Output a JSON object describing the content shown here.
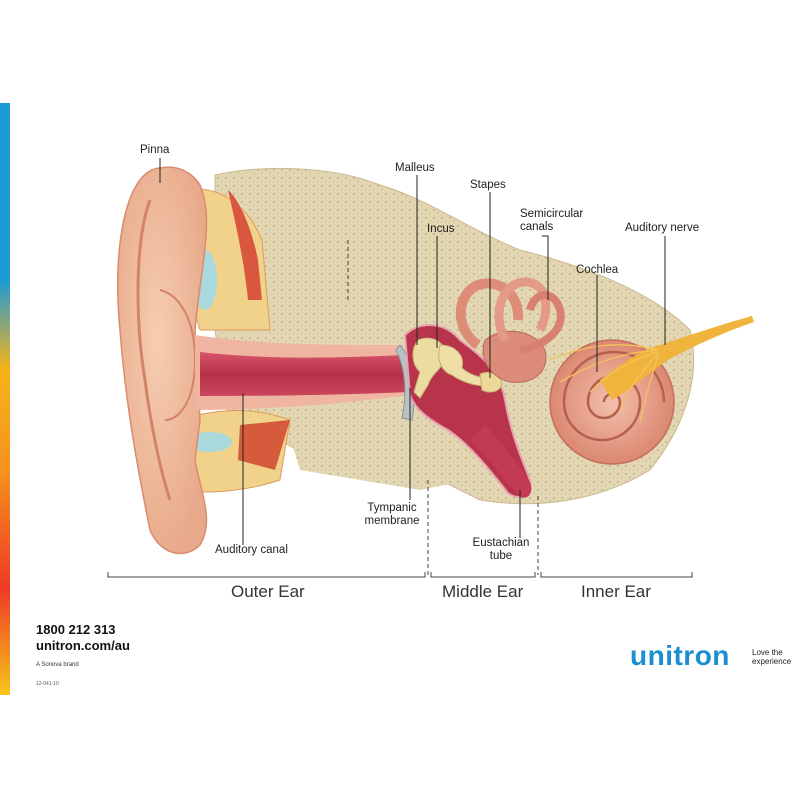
{
  "labels": {
    "pinna": "Pinna",
    "malleus": "Malleus",
    "stapes": "Stapes",
    "incus": "Incus",
    "semicircular_canals": "Semicircular canals",
    "auditory_nerve": "Auditory nerve",
    "cochlea": "Cochlea",
    "auditory_canal": "Auditory canal",
    "tympanic_membrane": "Tympanic membrane",
    "eustachian_tube": "Eustachian tube"
  },
  "sections": {
    "outer": "Outer Ear",
    "middle": "Middle Ear",
    "inner": "Inner Ear"
  },
  "footer": {
    "phone": "1800 212 313",
    "website": "unitron.com/au",
    "brand_note": "A Sonova brand",
    "code": "12-041-10",
    "logo": "unitron",
    "tagline": "Love the experience"
  },
  "colors": {
    "brand_blue": "#1b8fd1"
  }
}
